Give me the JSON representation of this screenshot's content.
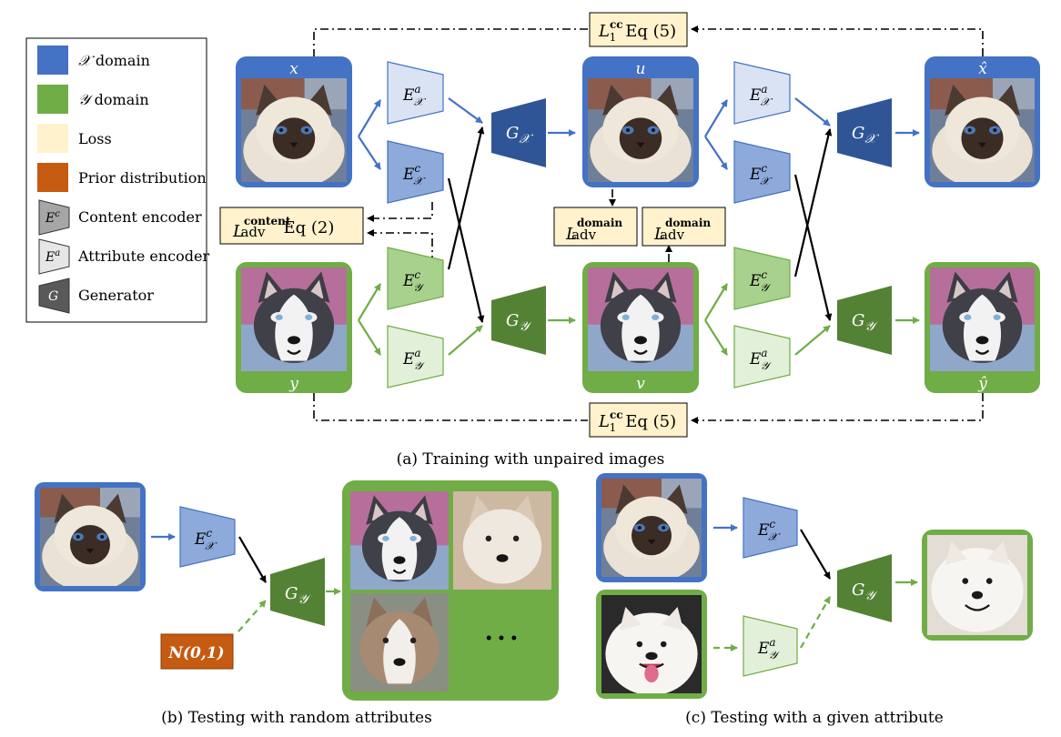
{
  "colors": {
    "x_domain": "#4472c4",
    "y_domain": "#70ad47",
    "loss": "#fff2cc",
    "prior": "#c55a11",
    "content_encoder_blue": "#8eaadb",
    "attribute_encoder_blue": "#dae3f3",
    "content_encoder_green": "#a9d18e",
    "attribute_encoder_green": "#e2f0d9",
    "generator_blue": "#2f5597",
    "generator_green": "#548235",
    "generic_content": "#a6a6a6",
    "generic_attr": "#e7e6e6",
    "generic_gen": "#595959"
  },
  "legend": {
    "x_domain": "domain",
    "y_domain": "domain",
    "loss": "Loss",
    "prior": "Prior distribution",
    "content_encoder": "Content encoder",
    "attribute_encoder": "Attribute encoder",
    "generator": "Generator",
    "x_symbol": "𝒳",
    "y_symbol": "𝒴",
    "content_symbol": "E",
    "content_sup": "c",
    "attr_symbol": "E",
    "attr_sup": "a",
    "gen_symbol": "G"
  },
  "image_labels": {
    "x": "x",
    "y": "y",
    "u": "u",
    "v": "v",
    "x_hat": "x̂",
    "y_hat": "ŷ"
  },
  "encoders": {
    "E": "E",
    "sup_a": "a",
    "sup_c": "c",
    "sub_x": "𝒳",
    "sub_y": "𝒴"
  },
  "generators": {
    "G": "G",
    "sub_x": "𝒳",
    "sub_y": "𝒴"
  },
  "losses": {
    "cc_L": "L",
    "cc_sub": "1",
    "cc_sup": "cc",
    "cc_eq": "Eq (5)",
    "content_L": "L",
    "content_sub": "adv",
    "content_sup": "content",
    "content_eq": "Eq (2)",
    "domain_L": "L",
    "domain_sub": "adv",
    "domain_sup": "domain"
  },
  "prior": {
    "label": "N(0,1)"
  },
  "ellipsis": "• • •",
  "captions": {
    "a": "(a) Training with unpaired images",
    "b": "(b) Testing with random attributes",
    "c": "(c) Testing with a given attribute"
  },
  "icons": {
    "cat": "cat-photo-icon",
    "husky": "husky-photo-icon",
    "samoyed": "samoyed-photo-icon"
  }
}
